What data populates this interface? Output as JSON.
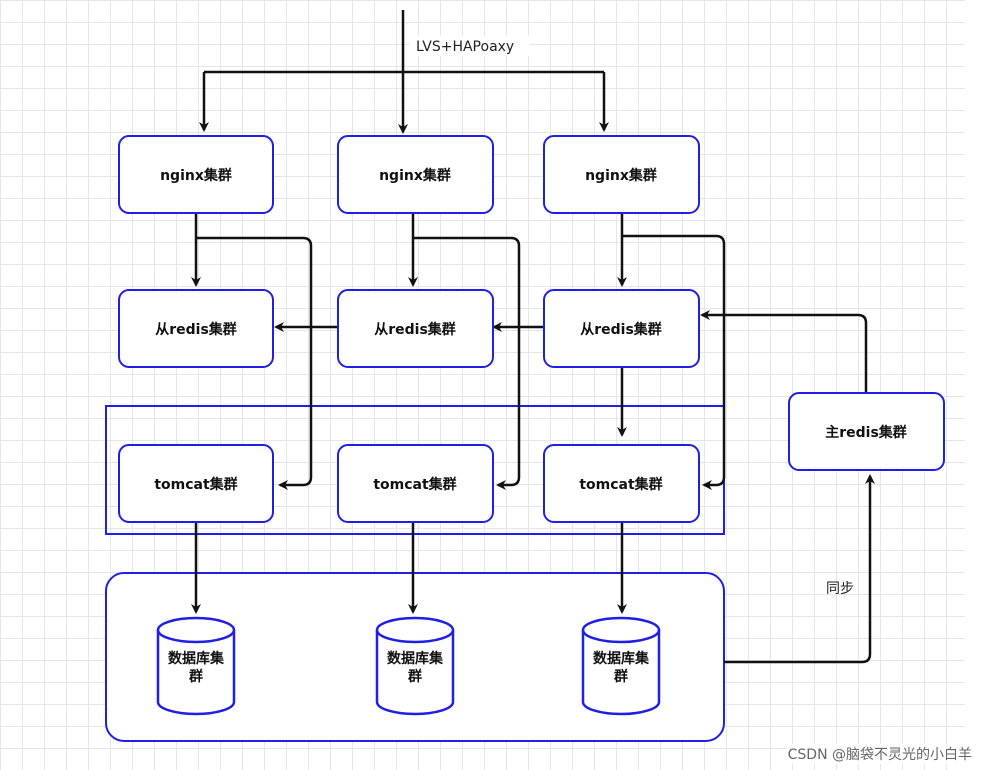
{
  "colors": {
    "box_stroke": "#1f1fe6",
    "arrow": "#111111",
    "grid": "#e6e6e6"
  },
  "labels": {
    "top_entry": "LVS+HAPoaxy",
    "nginx_1": "nginx集群",
    "nginx_2": "nginx集群",
    "nginx_3": "nginx集群",
    "slave_redis_1": "从redis集群",
    "slave_redis_2": "从redis集群",
    "slave_redis_3": "从redis集群",
    "master_redis": "主redis集群",
    "tomcat_1": "tomcat集群",
    "tomcat_2": "tomcat集群",
    "tomcat_3": "tomcat集群",
    "db_1_line1": "数据库集",
    "db_1_line2": "群",
    "db_2_line1": "数据库集",
    "db_2_line2": "群",
    "db_3_line1": "数据库集",
    "db_3_line2": "群",
    "sync": "同步"
  },
  "watermark": "CSDN @脑袋不灵光的小白羊"
}
